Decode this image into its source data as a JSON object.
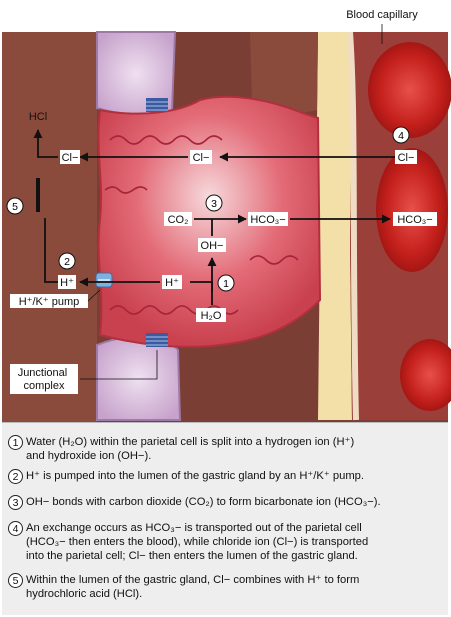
{
  "labels": {
    "blood_capillary": "Blood capillary",
    "hcl": "HCl",
    "cl_lumen": "Cl−",
    "cl_cell": "Cl−",
    "cl_blood": "Cl−",
    "h_lumen": "H⁺",
    "h_cell": "H⁺",
    "co2": "CO₂",
    "hco3_cell": "HCO₃−",
    "hco3_blood": "HCO₃−",
    "oh": "OH−",
    "h2o": "H₂O",
    "pump": "H⁺/K⁺ pump",
    "junctional_complex": "Junctional\ncomplex"
  },
  "markers": {
    "m1": "1",
    "m2": "2",
    "m3": "3",
    "m4": "4",
    "m5": "5"
  },
  "steps": [
    {
      "num": "1",
      "text": "Water (H₂O) within the parietal cell is split into a hydrogen ion (H⁺)\nand hydroxide ion (OH−)."
    },
    {
      "num": "2",
      "text": "H⁺ is pumped into the lumen of the gastric gland by an H⁺/K⁺ pump."
    },
    {
      "num": "3",
      "text": "OH− bonds with carbon dioxide (CO₂) to form bicarbonate ion (HCO₃−)."
    },
    {
      "num": "4",
      "text": "An exchange occurs as HCO₃− is transported out of the parietal cell\n(HCO₃− then enters the blood), while chloride ion (Cl−) is transported\ninto the parietal cell; Cl− then enters the lumen of the gastric gland."
    },
    {
      "num": "5",
      "text": "Within the lumen of the gastric gland, Cl− combines with H⁺ to form\nhydrochloric acid (HCl)."
    }
  ]
}
